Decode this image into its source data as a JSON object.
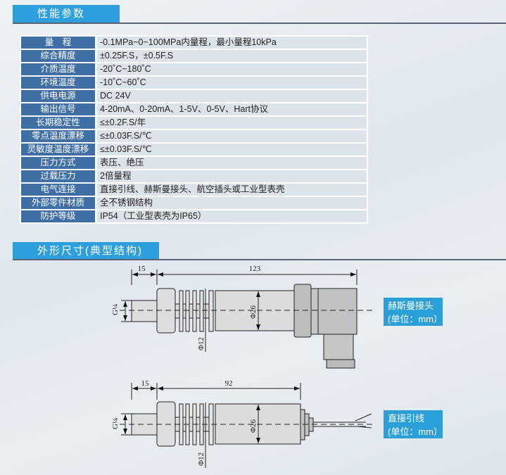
{
  "sections": {
    "performance_title": "性能参数",
    "dimensions_title": "外形尺寸(典型结构)"
  },
  "spec_table": [
    {
      "label": "量　程",
      "value": "-0.1MPa~0~100MPa内量程，最小量程10kPa"
    },
    {
      "label": "综合精度",
      "value": "±0.25F.S，±0.5F.S"
    },
    {
      "label": "介质温度",
      "value": "-20˚C~180˚C"
    },
    {
      "label": "环境温度",
      "value": "-10˚C~60˚C"
    },
    {
      "label": "供电电源",
      "value": "DC 24V"
    },
    {
      "label": "输出信号",
      "value": "4-20mA、0-20mA、1-5V、0-5V、Hart协议"
    },
    {
      "label": "长期稳定性",
      "value": "≤±0.2F.S/年"
    },
    {
      "label": "零点温度漂移",
      "value": "≤±0.03F.S/℃"
    },
    {
      "label": "灵敏度温度漂移",
      "value": "≤±0.03F.S/℃"
    },
    {
      "label": "压力方式",
      "value": "表压、绝压"
    },
    {
      "label": "过载压力",
      "value": "2倍量程"
    },
    {
      "label": "电气连接",
      "value": "直接引线、赫斯曼接头、航空插头或工业型表壳"
    },
    {
      "label": "外部零件材质",
      "value": "全不锈钢结构"
    },
    {
      "label": "防护等级",
      "value": "IP54（工业型表壳为IP65）"
    }
  ],
  "drawing_hirschmann": {
    "dim_thread": "15",
    "dim_total": "123",
    "dim_thread_size": "G¼",
    "dim_body_dia": "Φ26",
    "dim_neck_dia": "Φ12",
    "caption_line1": "赫斯曼接头",
    "caption_line2": "(单位：mm）"
  },
  "drawing_cable": {
    "dim_thread": "15",
    "dim_total": "92",
    "dim_thread_size": "G¼",
    "dim_body_dia": "Φ26",
    "dim_neck_dia": "Φ12",
    "caption_line1": "直接引线",
    "caption_line2": "(单位：mm）"
  }
}
